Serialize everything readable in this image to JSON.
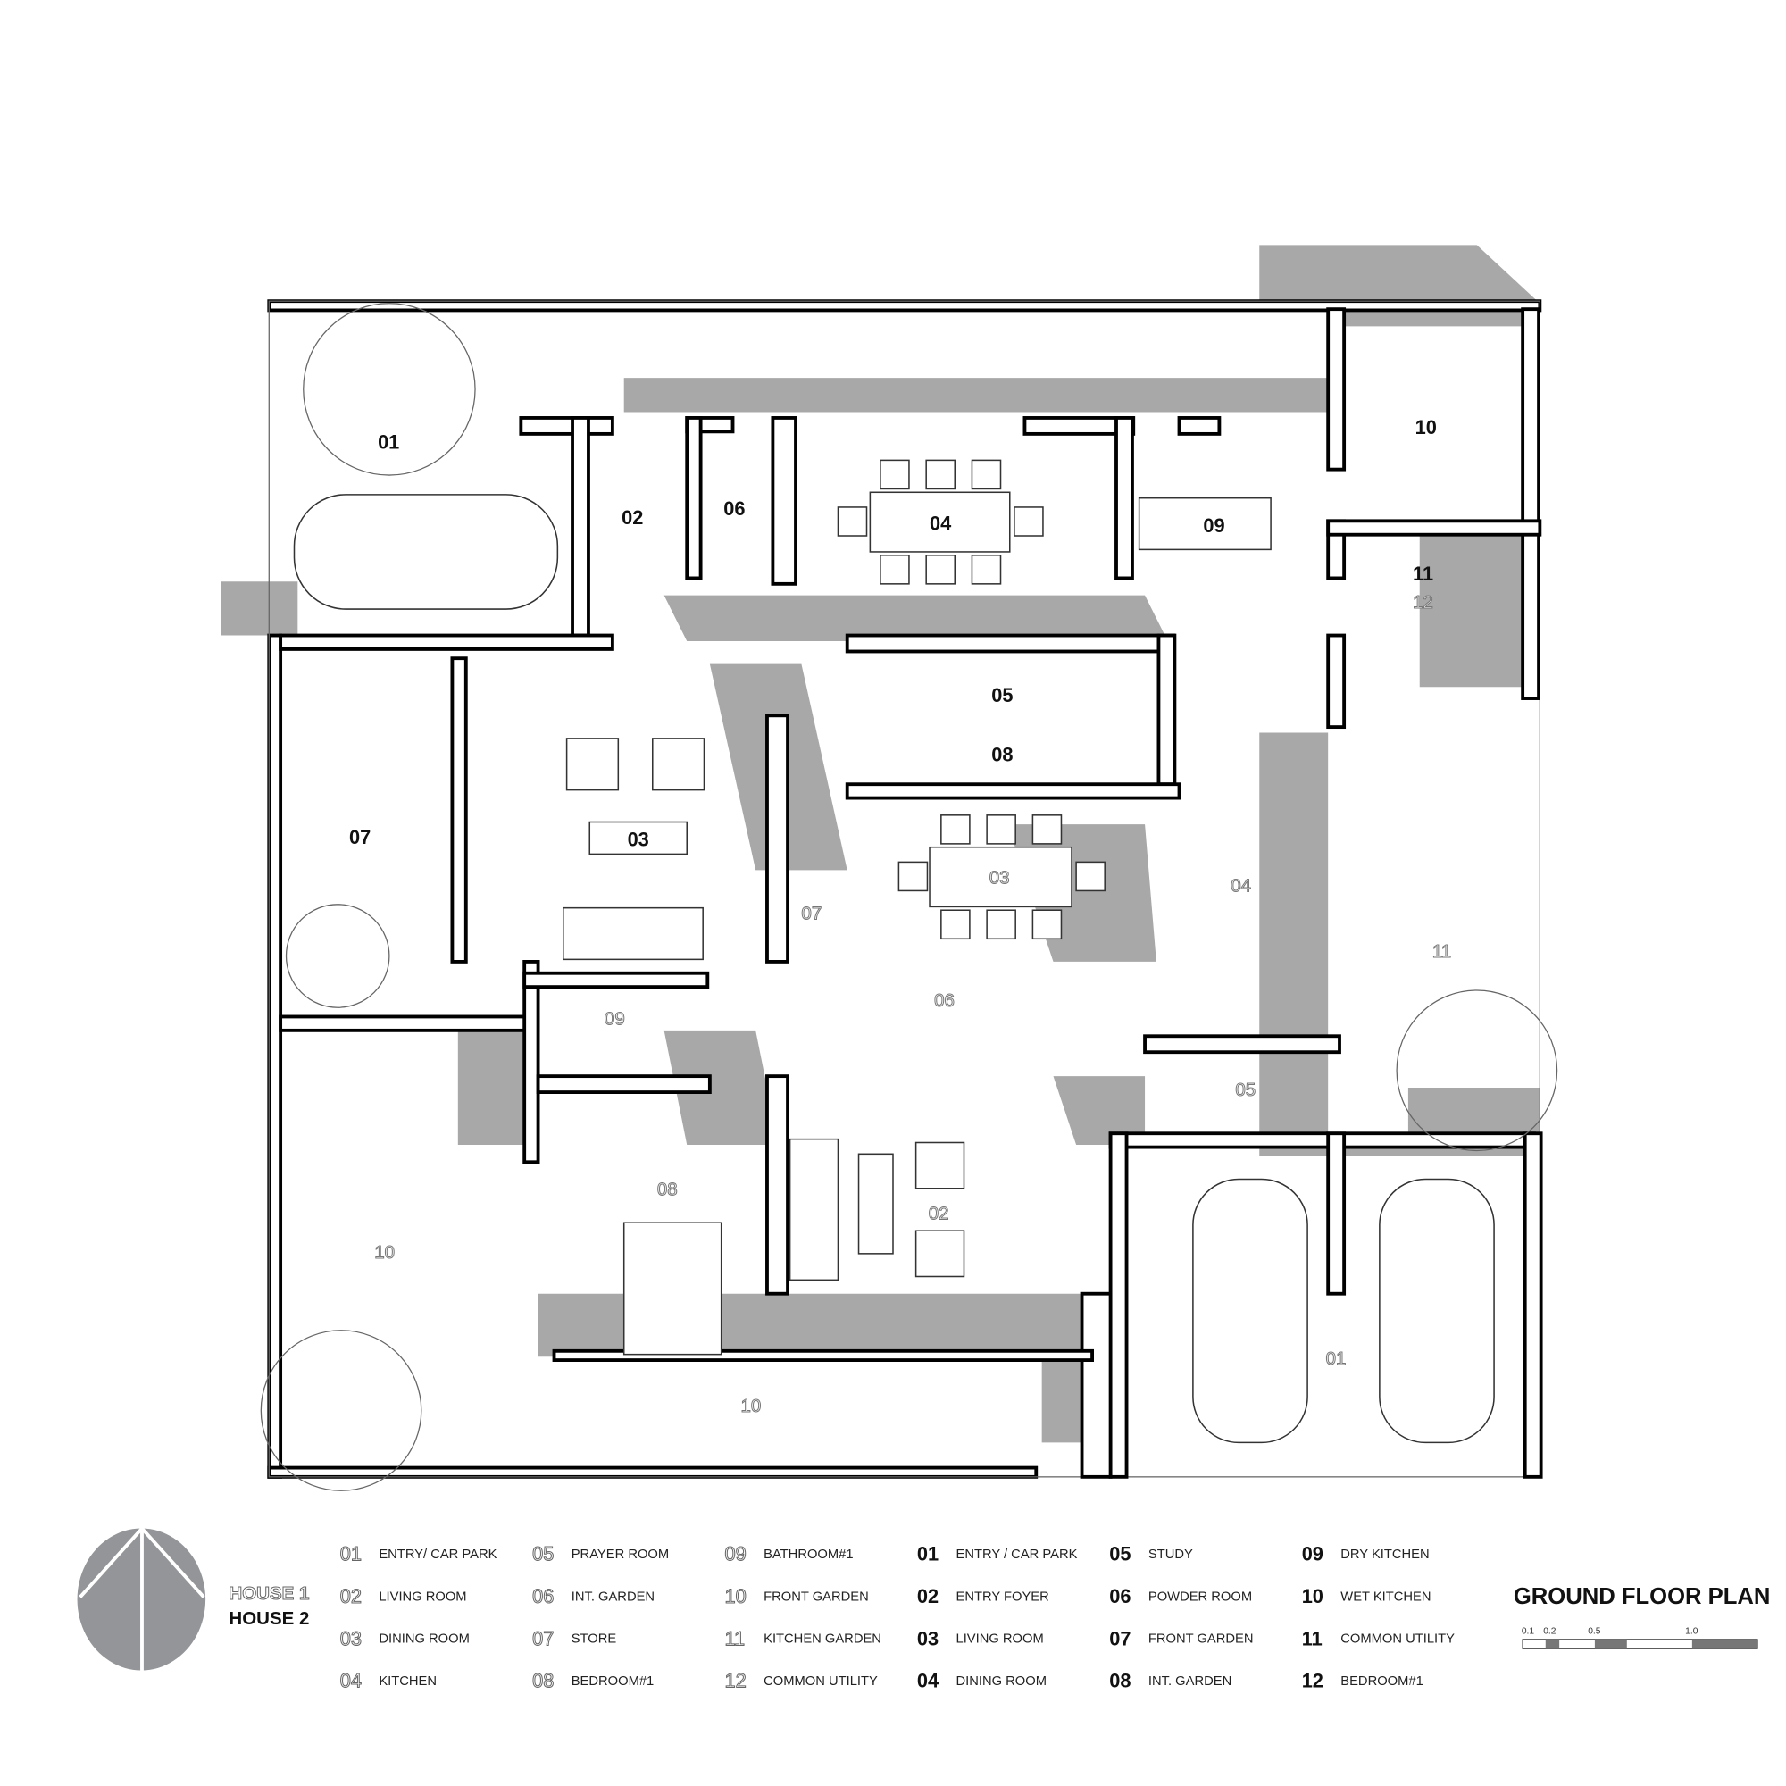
{
  "plan": {
    "title": "GROUND FLOOR PLAN",
    "house1_label": "HOUSE 1",
    "house2_label": "HOUSE 2",
    "colors": {
      "shadow": "#a8a8a8",
      "wall": "#000000",
      "north_arrow": "#939598"
    },
    "house2_rooms": {
      "r01": "01",
      "r02": "02",
      "r06": "06",
      "r04": "04",
      "r09": "09",
      "r10": "10",
      "r11": "11",
      "r12": "12",
      "r05": "05",
      "r08": "08",
      "r03": "03",
      "r07": "07"
    },
    "house1_rooms": {
      "r03": "03",
      "r07": "07",
      "r04": "04",
      "r06": "06",
      "r09": "09",
      "r08": "08",
      "r02": "02",
      "r05": "05",
      "r11": "11",
      "r10a": "10",
      "r10b": "10",
      "r01": "01"
    }
  },
  "legend": {
    "house1": [
      {
        "num": "01",
        "label": "ENTRY/ CAR PARK"
      },
      {
        "num": "02",
        "label": "LIVING ROOM"
      },
      {
        "num": "03",
        "label": "DINING ROOM"
      },
      {
        "num": "04",
        "label": "KITCHEN"
      },
      {
        "num": "05",
        "label": "PRAYER ROOM"
      },
      {
        "num": "06",
        "label": "INT. GARDEN"
      },
      {
        "num": "07",
        "label": "STORE"
      },
      {
        "num": "08",
        "label": "BEDROOM#1"
      },
      {
        "num": "09",
        "label": "BATHROOM#1"
      },
      {
        "num": "10",
        "label": "FRONT GARDEN"
      },
      {
        "num": "11",
        "label": "KITCHEN GARDEN"
      },
      {
        "num": "12",
        "label": "COMMON UTILITY"
      }
    ],
    "house2": [
      {
        "num": "01",
        "label": "ENTRY / CAR PARK"
      },
      {
        "num": "02",
        "label": "ENTRY FOYER"
      },
      {
        "num": "03",
        "label": "LIVING ROOM"
      },
      {
        "num": "04",
        "label": "DINING ROOM"
      },
      {
        "num": "05",
        "label": "STUDY"
      },
      {
        "num": "06",
        "label": "POWDER ROOM"
      },
      {
        "num": "07",
        "label": "FRONT GARDEN"
      },
      {
        "num": "08",
        "label": "INT. GARDEN"
      },
      {
        "num": "09",
        "label": "DRY KITCHEN"
      },
      {
        "num": "10",
        "label": "WET KITCHEN"
      },
      {
        "num": "11",
        "label": "COMMON UTILITY"
      },
      {
        "num": "12",
        "label": "BEDROOM#1"
      }
    ]
  },
  "scale_bar": {
    "ticks": [
      "0.1",
      "0.2",
      "0.5",
      "1.0"
    ]
  }
}
